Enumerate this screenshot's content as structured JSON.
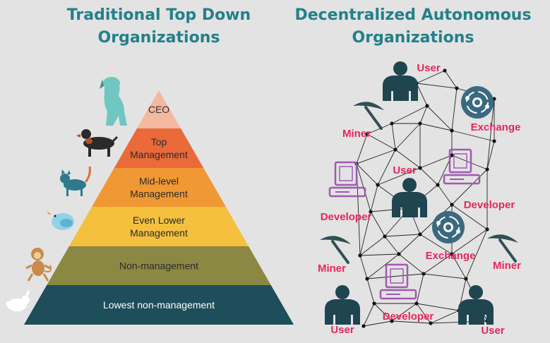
{
  "left_panel": {
    "title": "Traditional Top Down Organizations",
    "tiers": [
      {
        "lines": [
          "CEO"
        ],
        "color": "#f4b8a0",
        "text_color": "#333333",
        "animal": "dog-icon"
      },
      {
        "lines": [
          "Top",
          "Management"
        ],
        "color": "#ea6a3a",
        "text_color": "#2b2b2b",
        "animal": "rottweiler-icon"
      },
      {
        "lines": [
          "Mid-level",
          "Management"
        ],
        "color": "#f09833",
        "text_color": "#2b2b2b",
        "animal": "cat-icon"
      },
      {
        "lines": [
          "Even Lower",
          "Management"
        ],
        "color": "#f4c03e",
        "text_color": "#2b2b2b",
        "animal": "bird-icon"
      },
      {
        "lines": [
          "Non-management"
        ],
        "color": "#8a8843",
        "text_color": "#2b2b2b",
        "animal": "monkey-icon"
      },
      {
        "lines": [
          "Lowest non-management"
        ],
        "color": "#1e4e59",
        "text_color": "#ffffff",
        "animal": "rabbit-icon"
      }
    ]
  },
  "right_panel": {
    "title": "Decentralized Autonomous Organizations",
    "nodes": [
      {
        "type": "user",
        "label": "User"
      },
      {
        "type": "exchange",
        "label": "Exchange"
      },
      {
        "type": "miner",
        "label": "Miner"
      },
      {
        "type": "user",
        "label": "User"
      },
      {
        "type": "developer",
        "label": "Developer"
      },
      {
        "type": "developer",
        "label": "Developer"
      },
      {
        "type": "exchange",
        "label": "Exchange"
      },
      {
        "type": "miner",
        "label": "Miner"
      },
      {
        "type": "miner",
        "label": "Miner"
      },
      {
        "type": "user",
        "label": "User"
      },
      {
        "type": "developer",
        "label": "Developer"
      },
      {
        "type": "user",
        "label": "User"
      }
    ]
  },
  "colors": {
    "title": "#23808a",
    "node_label": "#e8265a",
    "user_icon": "#1f4550",
    "developer_icon": "#a05ab0",
    "exchange_icon": "#3a6a80",
    "miner_icon": "#2f4f55",
    "network_line": "#222222"
  }
}
